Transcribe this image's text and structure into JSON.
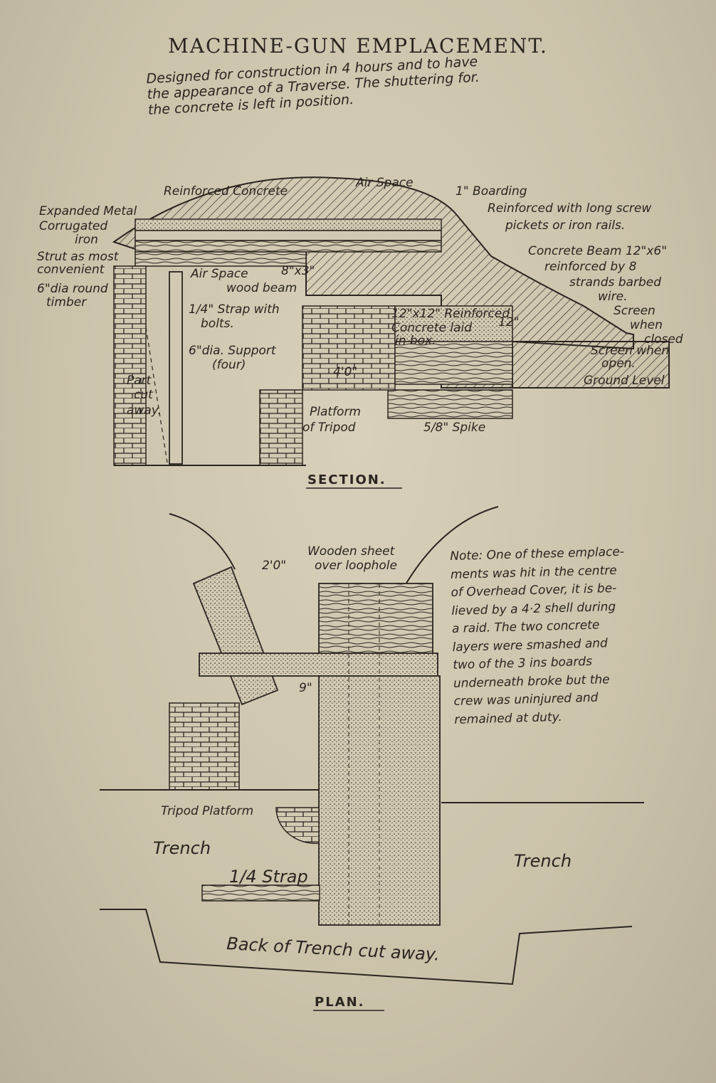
{
  "title": "MACHINE-GUN EMPLACEMENT.",
  "intro_lines": [
    "Designed for construction in 4 hours and to have",
    "the appearance of a Traverse. The shuttering for.",
    "the concrete is left in position."
  ],
  "section": {
    "caption": "SECTION.",
    "labels": {
      "reinforced_concrete": "Reinforced Concrete",
      "air_space_top": "Air Space",
      "boarding": "1\" Boarding",
      "reinforced_with": "Reinforced with long screw",
      "pickets": "pickets or iron rails.",
      "expanded_metal": "Expanded Metal",
      "corrugated": "Corrugated",
      "iron": "iron",
      "strut": "Strut as most",
      "convenient": "convenient",
      "dia_round": "6\"dia round",
      "timber": "timber",
      "air_space_mid": "Air Space",
      "wood_beam_size": "8\"x3\"",
      "wood_beam": "wood beam",
      "concrete_beam": "Concrete Beam 12\"x6\"",
      "reinforced_by": "reinforced by 8",
      "strands": "strands barbed",
      "wire": "wire.",
      "strap": "1/4\" Strap with",
      "bolts": "bolts.",
      "box_dims": "12\"x12\" Reinforced",
      "box_12": "12\"",
      "concrete_laid": "Concrete laid",
      "in_box": "in box.",
      "screen_closed_1": "Screen",
      "screen_closed_2": "when",
      "screen_closed_3": "closed",
      "screen_open_1": "Screen when",
      "screen_open_2": "open.",
      "support": "6\"dia. Support",
      "four": "(four)",
      "dim_40": "4'0\"",
      "ground_level": "Ground Level",
      "part": "Part",
      "cut": "cut",
      "away": "away.",
      "platform": "Platform",
      "of_tripod": "of Tripod",
      "spike": "5/8\" Spike"
    }
  },
  "plan": {
    "caption": "PLAN.",
    "labels": {
      "dim_20": "2'0\"",
      "wooden_sheet": "Wooden sheet",
      "over_loophole": "over loophole",
      "dim_9": "9\"",
      "tripod_platform": "Tripod Platform",
      "trench_left": "Trench",
      "trench_right": "Trench",
      "strap": "1/4 Strap",
      "back_of_trench": "Back of Trench cut away."
    },
    "note_lines": [
      "Note: One of these emplace-",
      "ments was hit in the centre",
      "of Overhead Cover, it is be-",
      "lieved by a 4·2 shell during",
      "a raid. The two concrete",
      "layers were smashed and",
      "two of the 3 ins boards",
      "underneath broke but the",
      "crew was uninjured and",
      "remained at duty."
    ]
  }
}
